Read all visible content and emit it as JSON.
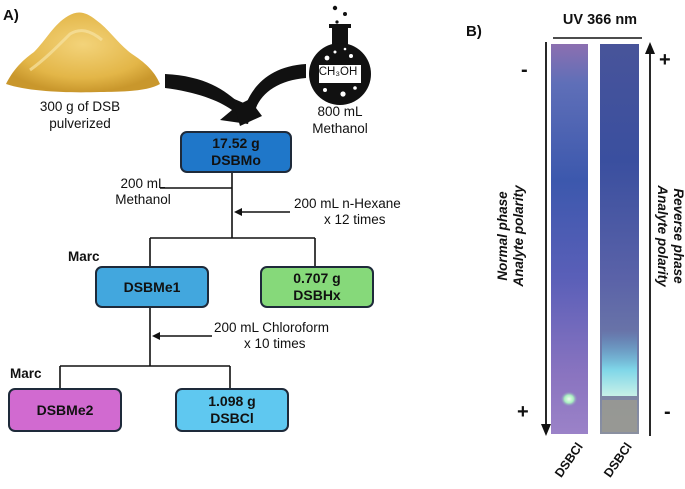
{
  "panel_a": {
    "letter": "A)",
    "dsb_label_line1": "300 g of DSB",
    "dsb_label_line2": "pulverized",
    "flask_formula": "CH₃OH",
    "methanol_label_line1": "800 mL",
    "methanol_label_line2": "Methanol",
    "box_dsbmo": {
      "line1": "17.52 g",
      "line2": "DSBMo",
      "color": "#1f77c9"
    },
    "step1_left_line1": "200 mL",
    "step1_left_line2": "Methanol",
    "step1_right_line1": "200 mL n-Hexane",
    "step1_right_line2": "x 12 times",
    "marc1": "Marc",
    "box_dsbme1": {
      "label": "DSBMe1",
      "color": "#42a7de"
    },
    "box_dsbhx": {
      "line1": "0.707 g",
      "line2": "DSBHx",
      "color": "#86d97a"
    },
    "step2_line1": "200 mL Chloroform",
    "step2_line2": "x 10 times",
    "marc2": "Marc",
    "box_dsbme2": {
      "label": "DSBMe2",
      "color": "#d16ad0"
    },
    "box_dsbcl": {
      "line1": "1.098 g",
      "line2": "DSBCl",
      "color": "#5fc8f0"
    }
  },
  "panel_b": {
    "letter": "B)",
    "uv_title": "UV 366 nm",
    "left_axis_line1": "Normal phase",
    "left_axis_line2": "Analyte polarity",
    "right_axis_line1": "Reverse phase",
    "right_axis_line2": "Analyte polarity",
    "left_top_sign": "-",
    "left_bottom_sign": "+",
    "right_top_sign": "+",
    "right_bottom_sign": "-",
    "strip1_label": "DSBCl",
    "strip2_label": "DSBCl"
  }
}
